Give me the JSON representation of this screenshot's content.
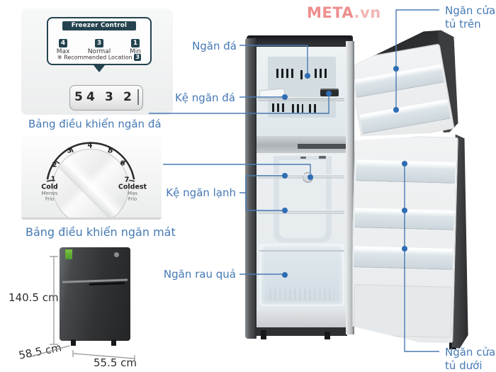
{
  "watermark": {
    "brand": "META",
    "suffix": ".vn"
  },
  "freezer_panel": {
    "title": "Freezer Control",
    "settings": [
      {
        "badge": "4",
        "label": "Max"
      },
      {
        "badge": "3",
        "label": "Normal"
      },
      {
        "badge": "1",
        "label": "Min"
      }
    ],
    "recommendation_prefix": "※ Recommended Location",
    "recommendation_badge": "3",
    "dial_numbers": [
      "5",
      "4",
      "3",
      "2"
    ],
    "caption": "Bảng điều khiển ngăn đá"
  },
  "cooler_panel": {
    "dial_numbers": [
      "1",
      "2",
      "3",
      "4",
      "5",
      "6",
      "7"
    ],
    "min_label": "Cold",
    "min_sub": [
      "Menos",
      "Frío"
    ],
    "max_label": "Coldest",
    "max_sub": [
      "Mas",
      "Frío"
    ],
    "caption": "Bảng điều khiển ngăn mát"
  },
  "dimensions": {
    "height": "140.5 cm",
    "depth": "58.5 cm",
    "width": "55.5 cm"
  },
  "annotations": {
    "freezer": "Ngăn đá",
    "freezer_shelf": "Kệ ngăn đá",
    "cooler_shelf": "Kệ ngăn lạnh",
    "veg_drawer": "Ngăn rau quả",
    "upper_door": [
      "Ngăn cửa",
      "tủ trên"
    ],
    "lower_door": [
      "Ngăn cửa",
      "tủ dưới"
    ]
  },
  "colors": {
    "accent_blue": "#4679b4",
    "dot_blue": "#2f6db3",
    "panel_navy": "#24434f",
    "watermark_red": "#ee8d8d"
  }
}
